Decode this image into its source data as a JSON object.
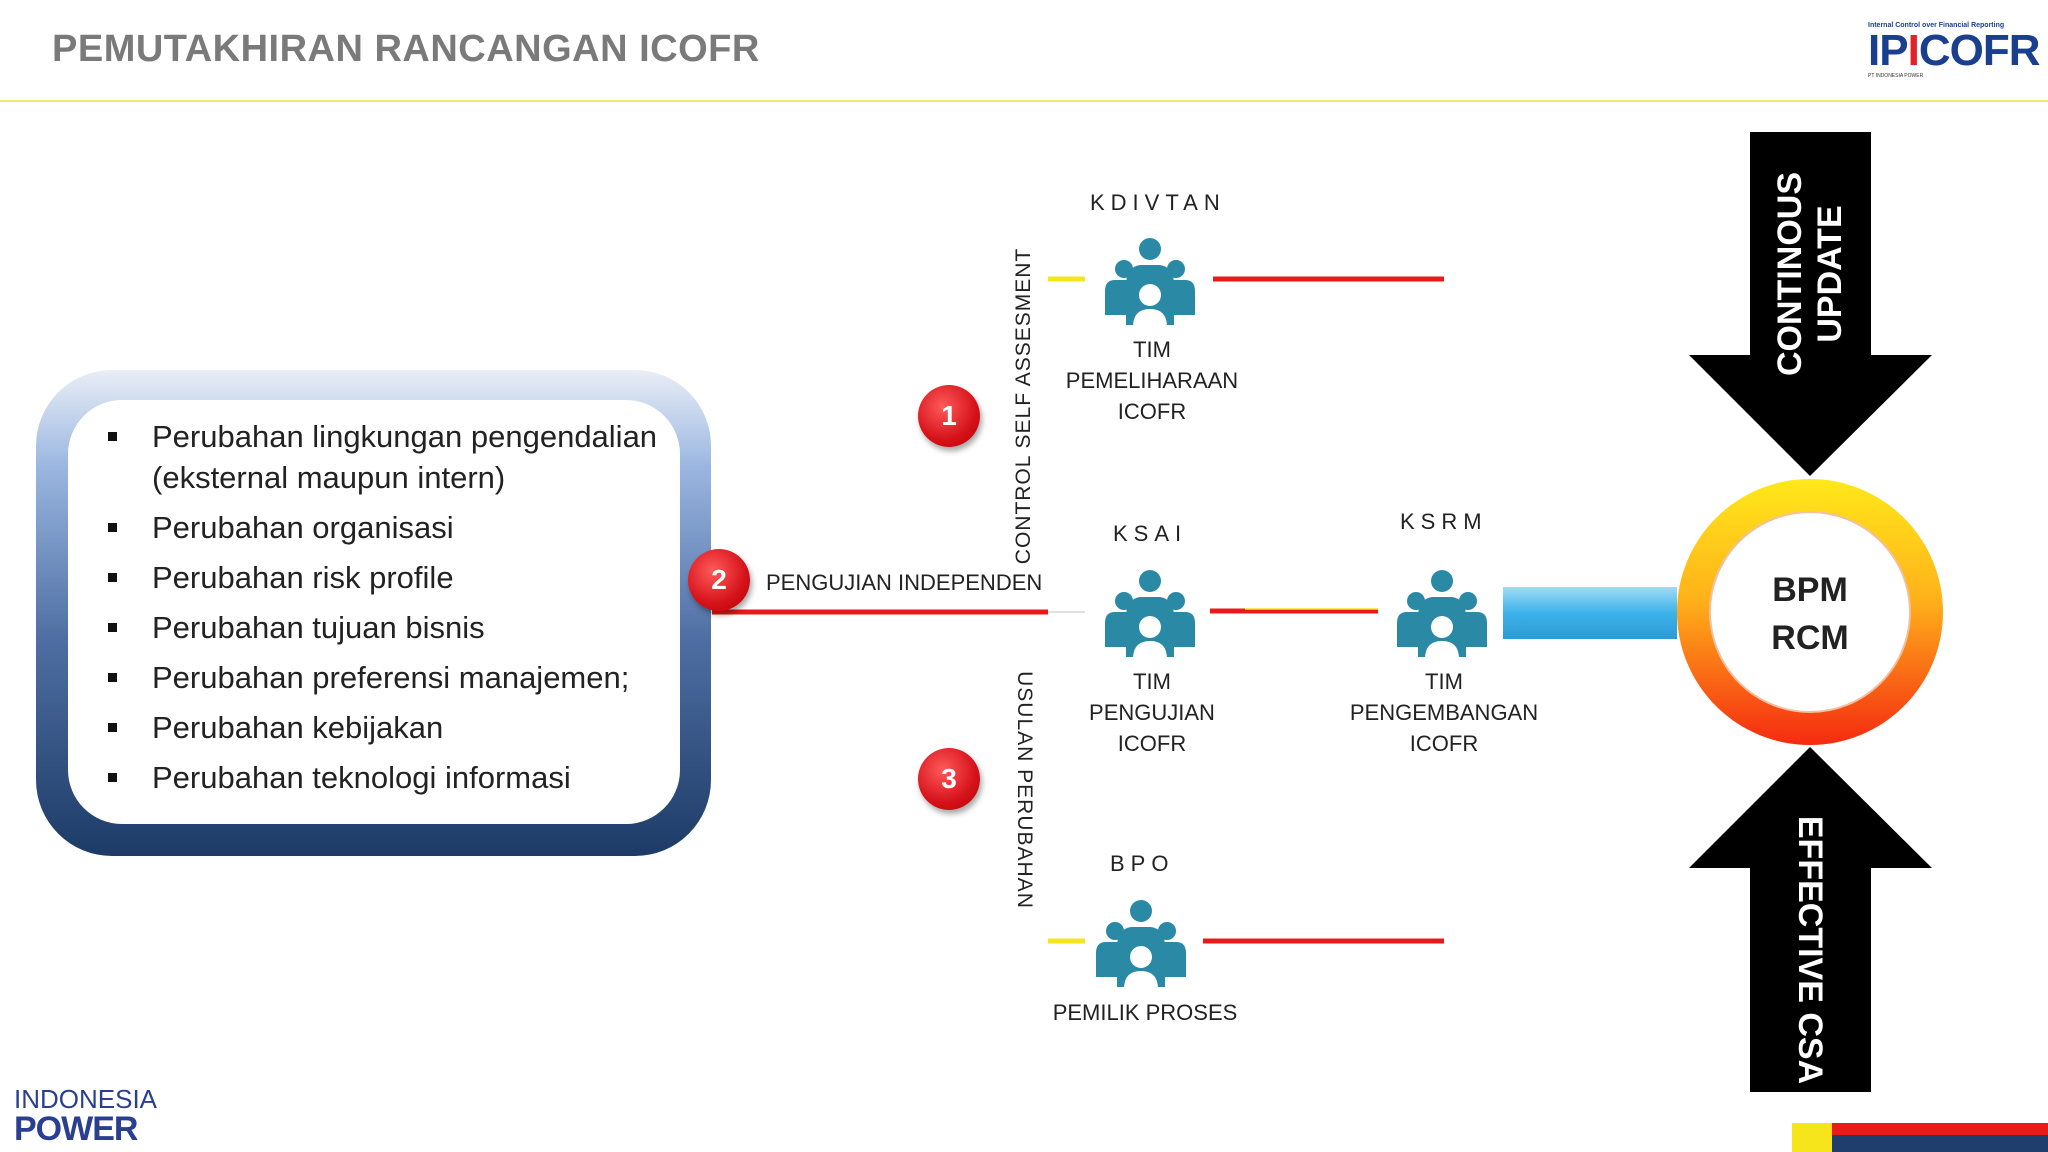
{
  "header": {
    "title": "PEMUTAKHIRAN RANCANGAN ICOFR"
  },
  "logo_top": {
    "tagline": "Internal Control over Financial Reporting",
    "brand_a": "IP",
    "brand_b": "I",
    "brand_c": "COFR",
    "sub": "PT INDONESIA POWER"
  },
  "logo_bottom": {
    "line1": "INDONESIA",
    "line2": "POWER"
  },
  "changes": [
    "Perubahan lingkungan pengendalian (eksternal maupun intern)",
    "Perubahan organisasi",
    "Perubahan risk profile",
    "Perubahan tujuan bisnis",
    "Perubahan preferensi manajemen;",
    "Perubahan kebijakan",
    "Perubahan teknologi informasi"
  ],
  "badges": {
    "b1": "1",
    "b2": "2",
    "b3": "3"
  },
  "paths": {
    "csa": "CONTROL SELF ASSESMENT",
    "independen": "PENGUJIAN INDEPENDEN",
    "usulan": "USULAN PERUBAHAN"
  },
  "nodes": {
    "kdivtan": {
      "code": "KDIVTAN",
      "name": "TIM\nPEMELIHARAAN\nICOFR"
    },
    "ksai": {
      "code": "KSAI",
      "name": "TIM\nPENGUJIAN\nICOFR"
    },
    "ksrm": {
      "code": "KSRM",
      "name": "TIM\nPENGEMBANGAN\nICOFR"
    },
    "bpo": {
      "code": "BPO",
      "name": "PEMILIK PROSES"
    }
  },
  "center": {
    "line1": "BPM",
    "line2": "RCM"
  },
  "arrows": {
    "top": "CONTINOUS\nUPDATE",
    "bottom": "EFFECTIVE CSA"
  },
  "colors": {
    "red": "#e81a1a",
    "yellow": "#f7e51c",
    "teal": "#2a8aa6",
    "navy": "#1f3d6d",
    "light_blue": "#4db8ea"
  }
}
